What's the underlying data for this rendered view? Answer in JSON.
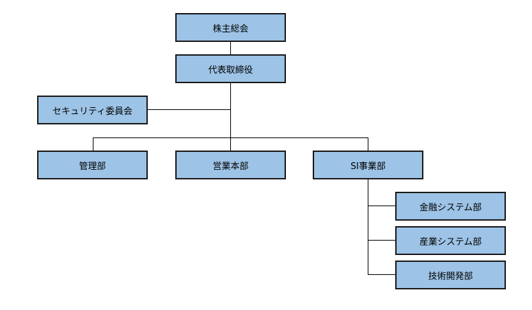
{
  "org_chart": {
    "shareholders_meeting": "株主総会",
    "board_of_directors": "代表取締役",
    "security_committee": "セキュリティ委員会",
    "departments": {
      "administration": "管理部",
      "sales_headquarters": "営業本部",
      "si_business": "SI事業部"
    },
    "si_sub_departments": {
      "finance_systems": "金融システム部",
      "industry_systems": "産業システム部",
      "technology_development": "技術開発部"
    }
  },
  "colors": {
    "node_fill": "#9dc3e6",
    "node_border": "#1a1a1a",
    "connector": "#000000",
    "background": "#ffffff"
  }
}
